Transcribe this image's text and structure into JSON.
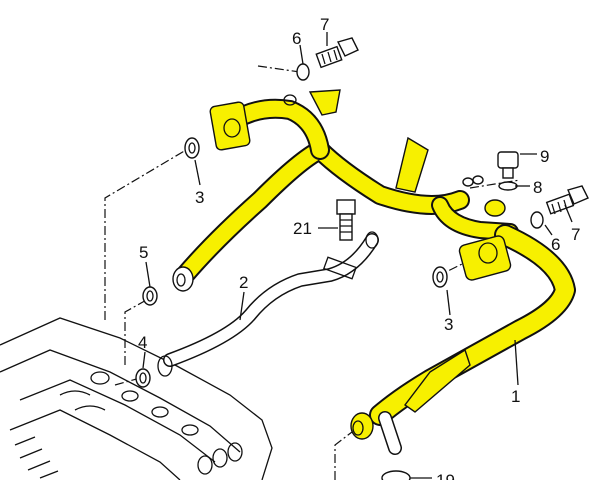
{
  "callouts": {
    "part_1": "1",
    "part_2": "2",
    "part_3_left": "3",
    "part_3_right": "3",
    "part_4": "4",
    "part_5": "5",
    "part_6_top": "6",
    "part_6_right": "6",
    "part_7_top": "7",
    "part_7_right": "7",
    "part_8": "8",
    "part_9": "9",
    "part_19": "19",
    "part_21": "21"
  },
  "colors": {
    "highlight": "#f7f000",
    "line": "#111111",
    "background": "#ffffff"
  }
}
